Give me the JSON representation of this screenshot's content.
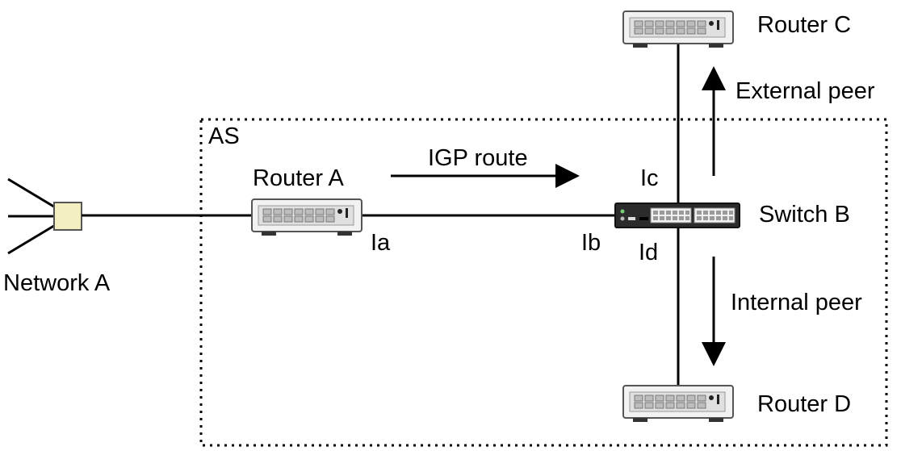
{
  "labels": {
    "as": "AS",
    "network_a": "Network A",
    "router_a": "Router A",
    "router_c": "Router C",
    "router_d": "Router D",
    "switch_b": "Switch B",
    "igp_route": "IGP route",
    "external_peer": "External peer",
    "internal_peer": "Internal peer",
    "ia": "Ia",
    "ib": "Ib",
    "ic": "Ic",
    "id": "Id"
  },
  "colors": {
    "line": "#000000",
    "router_body": "#f2f2f2",
    "router_panel": "#dcdcdc",
    "switch_body": "#2b2b2b",
    "hub": "#f2f0c0"
  },
  "icons": {
    "network": "hub-icon",
    "router": "router-icon",
    "switch": "switch-icon"
  }
}
